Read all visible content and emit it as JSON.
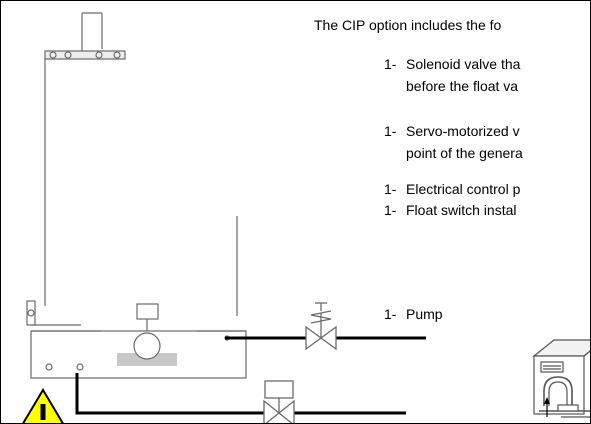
{
  "intro": "The CIP option includes the fo",
  "items": [
    {
      "num": "1-",
      "line1": "Solenoid valve tha",
      "line2": "before the float va"
    },
    {
      "num": "1-",
      "line1": "Servo-motorized v",
      "line2": "point of the genera"
    },
    {
      "num": "1-",
      "line1": "Electrical control p"
    },
    {
      "num": "1-",
      "line1": "Float switch instal"
    },
    {
      "num": "1-",
      "line1": "Pump"
    }
  ],
  "colors": {
    "warning_fill": "#ffff00",
    "line": "#000000",
    "equipment": "#6b6b6b",
    "float_fill": "#c8c8c8"
  },
  "icons": [
    "warning-triangle-icon",
    "solenoid-valve-icon",
    "servo-valve-icon",
    "float-valve-icon",
    "pump-device-icon"
  ]
}
